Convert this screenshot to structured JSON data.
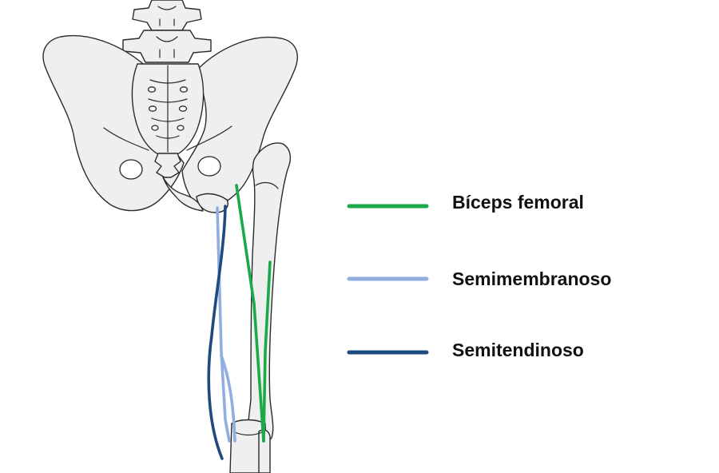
{
  "legend": {
    "items": [
      {
        "id": "biceps-femoral",
        "label": "Bíceps femoral",
        "color": "#1aaa4a"
      },
      {
        "id": "semimembranoso",
        "label": "Semimembranoso",
        "color": "#92aee0"
      },
      {
        "id": "semitendinoso",
        "label": "Semitendinoso",
        "color": "#1f4a7e"
      }
    ]
  }
}
